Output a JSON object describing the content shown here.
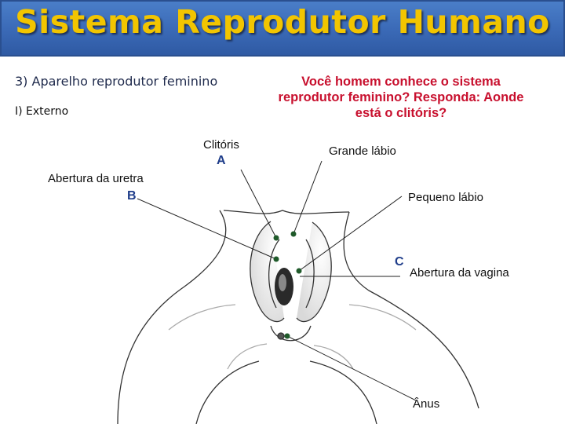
{
  "header": {
    "title": "Sistema Reprodutor Humano"
  },
  "section_title": "3) Aparelho reprodutor feminino",
  "subsection": "I) Externo",
  "question": "Você homem conhece o sistema reprodutor feminino? Responda: Aonde está o clitóris?",
  "diagram": {
    "labels": {
      "clitoris": "Clitóris",
      "urethra": "Abertura da uretra",
      "labia_major": "Grande lábio",
      "labia_minor": "Pequeno lábio",
      "vagina": "Abertura da vagina",
      "anus": "Ânus"
    },
    "letters": {
      "a": "A",
      "b": "B",
      "c": "C"
    }
  }
}
